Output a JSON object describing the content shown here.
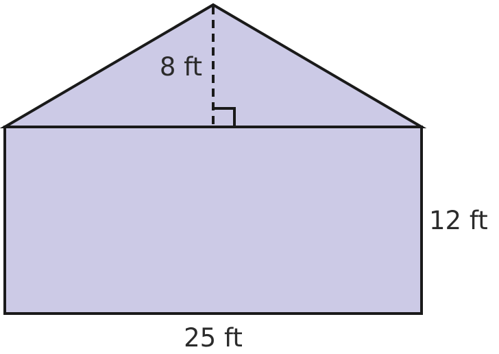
{
  "figure": {
    "shape": "house-shaped composite figure: triangle on top of a rectangle",
    "fill_color": "#cccae6",
    "stroke_color": "#1a1a1a",
    "labels": {
      "height_triangle": "8 ft",
      "height_rectangle": "12 ft",
      "base": "25 ft"
    },
    "right_angle_marker": true,
    "dashed_altitude": true
  }
}
